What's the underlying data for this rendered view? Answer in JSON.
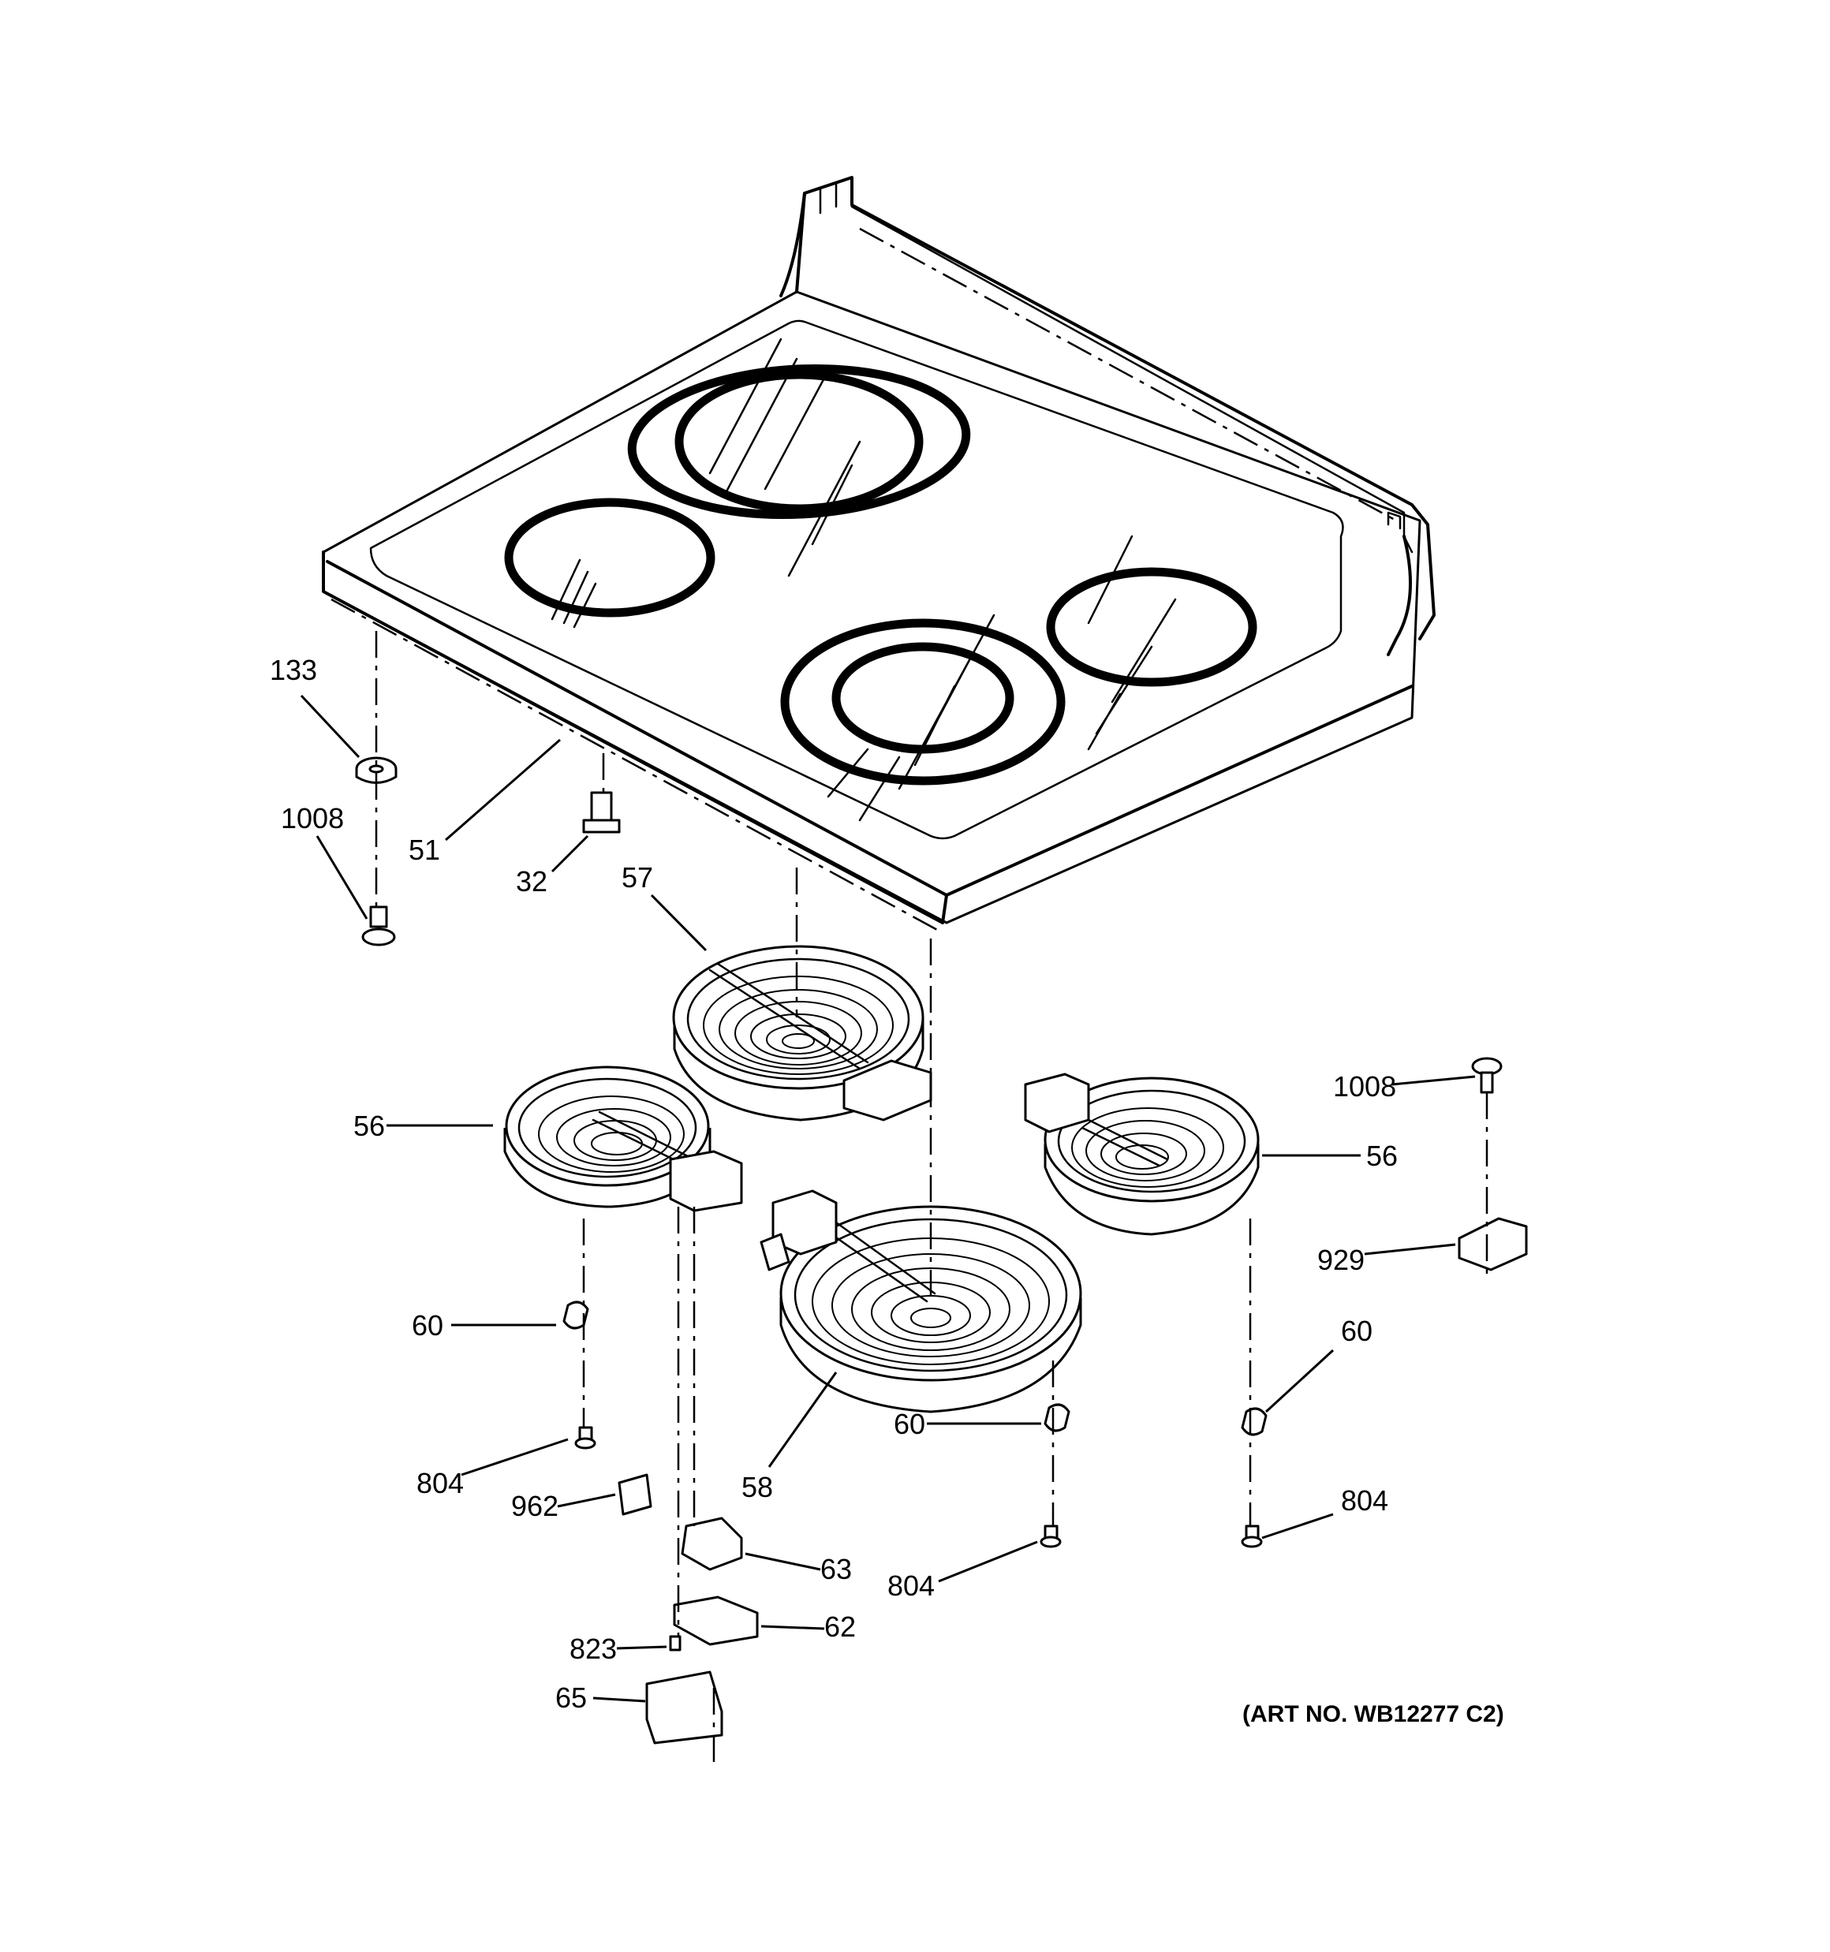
{
  "art_number": "(ART NO. WB12277 C2)",
  "callouts": [
    {
      "id": "c133",
      "text": "133"
    },
    {
      "id": "c1008a",
      "text": "1008"
    },
    {
      "id": "c51",
      "text": "51"
    },
    {
      "id": "c32",
      "text": "32"
    },
    {
      "id": "c57",
      "text": "57"
    },
    {
      "id": "c56a",
      "text": "56"
    },
    {
      "id": "c1008b",
      "text": "1008"
    },
    {
      "id": "c56b",
      "text": "56"
    },
    {
      "id": "c929",
      "text": "929"
    },
    {
      "id": "c60a",
      "text": "60"
    },
    {
      "id": "c60b",
      "text": "60"
    },
    {
      "id": "c60c",
      "text": "60"
    },
    {
      "id": "c804a",
      "text": "804"
    },
    {
      "id": "c962",
      "text": "962"
    },
    {
      "id": "c58",
      "text": "58"
    },
    {
      "id": "c804b",
      "text": "804"
    },
    {
      "id": "c804c",
      "text": "804"
    },
    {
      "id": "c63",
      "text": "63"
    },
    {
      "id": "c62",
      "text": "62"
    },
    {
      "id": "c823",
      "text": "823"
    },
    {
      "id": "c65",
      "text": "65"
    }
  ]
}
